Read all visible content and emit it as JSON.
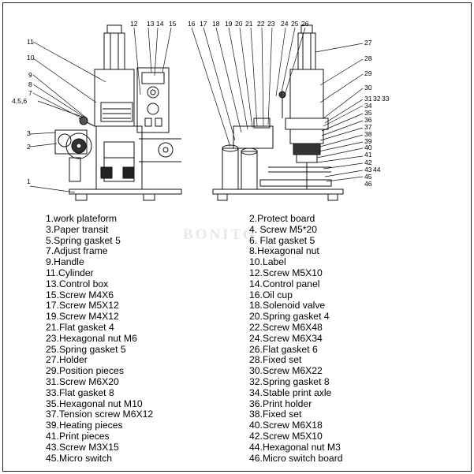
{
  "watermark": "BONITO",
  "callouts": [
    "1",
    "2",
    "3",
    "4,5,6",
    "7",
    "8",
    "9",
    "10",
    "11",
    "12",
    "13",
    "14",
    "15",
    "16",
    "17",
    "18",
    "19",
    "20",
    "21",
    "22",
    "23",
    "24",
    "25",
    "26",
    "27",
    "28",
    "29",
    "30",
    "31",
    "32",
    "33",
    "34",
    "35",
    "36",
    "37",
    "38",
    "39",
    "40",
    "41",
    "42",
    "43",
    "44",
    "45",
    "46"
  ],
  "parts": [
    {
      "num": 1,
      "label": "1.work plateform"
    },
    {
      "num": 2,
      "label": "2.Protect board"
    },
    {
      "num": 3,
      "label": "3.Paper transit"
    },
    {
      "num": 4,
      "label": "4. Screw M5*20"
    },
    {
      "num": 5,
      "label": "5.Spring gasket 5"
    },
    {
      "num": 6,
      "label": "6. Flat gasket 5"
    },
    {
      "num": 7,
      "label": "7.Adjust frame"
    },
    {
      "num": 8,
      "label": "8.Hexagonal nut"
    },
    {
      "num": 9,
      "label": "9.Handle"
    },
    {
      "num": 10,
      "label": "10.Label"
    },
    {
      "num": 11,
      "label": "11.Cylinder"
    },
    {
      "num": 12,
      "label": "12.Screw M5X10"
    },
    {
      "num": 13,
      "label": "13.Control box"
    },
    {
      "num": 14,
      "label": "14.Control panel"
    },
    {
      "num": 15,
      "label": "15.Screw M4X6"
    },
    {
      "num": 16,
      "label": "16.Oil cup"
    },
    {
      "num": 17,
      "label": "17.Screw M5X12"
    },
    {
      "num": 18,
      "label": "18.Solenoid valve"
    },
    {
      "num": 19,
      "label": "19.Screw M4X12"
    },
    {
      "num": 20,
      "label": "20.Spring gasket 4"
    },
    {
      "num": 21,
      "label": "21.Flat gasket 4"
    },
    {
      "num": 22,
      "label": "22.Screw M6X48"
    },
    {
      "num": 23,
      "label": "23.Hexagonal nut M6"
    },
    {
      "num": 24,
      "label": "24.Screw M6X34"
    },
    {
      "num": 25,
      "label": "25.Spring gasket 5"
    },
    {
      "num": 26,
      "label": "26.Flat gasket 6"
    },
    {
      "num": 27,
      "label": "27.Holder"
    },
    {
      "num": 28,
      "label": "28.Fixed set"
    },
    {
      "num": 29,
      "label": "29.Position pieces"
    },
    {
      "num": 30,
      "label": "30.Screw M6X22"
    },
    {
      "num": 31,
      "label": "31.Screw M6X20"
    },
    {
      "num": 32,
      "label": "32.Spring gasket 8"
    },
    {
      "num": 33,
      "label": "33.Flat gasket 8"
    },
    {
      "num": 34,
      "label": "34.Stable print axle"
    },
    {
      "num": 35,
      "label": "35.Hexagonal nut M10"
    },
    {
      "num": 36,
      "label": "36.Print holder"
    },
    {
      "num": 37,
      "label": "37.Tension screw M6X12"
    },
    {
      "num": 38,
      "label": "38.Fixed set"
    },
    {
      "num": 39,
      "label": "39.Heating pieces"
    },
    {
      "num": 40,
      "label": "40.Screw M6X18"
    },
    {
      "num": 41,
      "label": "41.Print pieces"
    },
    {
      "num": 42,
      "label": "42.Screw M5X10"
    },
    {
      "num": 43,
      "label": "43.Screw M3X15"
    },
    {
      "num": 44,
      "label": "44.Hexagonal nut M3"
    },
    {
      "num": 45,
      "label": "45.Micro switch"
    },
    {
      "num": 46,
      "label": "46.Micro switch board"
    }
  ]
}
